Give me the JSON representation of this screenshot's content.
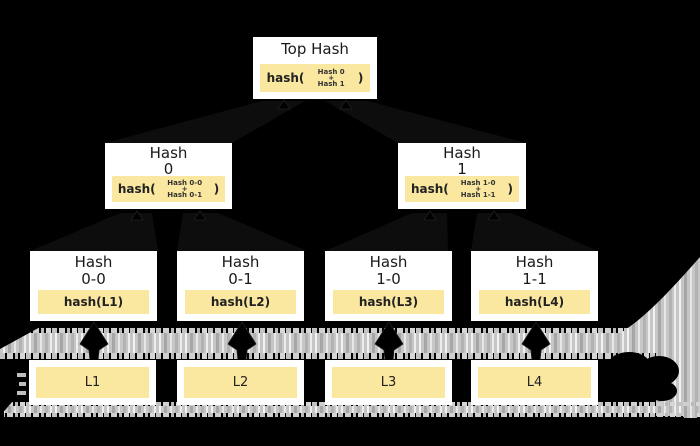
{
  "colors": {
    "background": "#000000",
    "node_background": "#ffffff",
    "highlight_yellow": "#fae7a0",
    "ribbon_gray": "#c6c6c6",
    "text": "#1a1a1a"
  },
  "tree": {
    "root": {
      "title": "Top Hash",
      "formula": {
        "prefix": "hash(",
        "operand_top": "Hash 0",
        "operator": "+",
        "operand_bottom": "Hash 1",
        "suffix": ")"
      }
    },
    "branches": [
      {
        "title_line1": "Hash",
        "title_line2": "0",
        "formula": {
          "prefix": "hash(",
          "operand_top": "Hash 0-0",
          "operator": "+",
          "operand_bottom": "Hash 0-1",
          "suffix": ")"
        }
      },
      {
        "title_line1": "Hash",
        "title_line2": "1",
        "formula": {
          "prefix": "hash(",
          "operand_top": "Hash 1-0",
          "operator": "+",
          "operand_bottom": "Hash 1-1",
          "suffix": ")"
        }
      }
    ],
    "leaves": [
      {
        "title_line1": "Hash",
        "title_line2": "0-0",
        "formula": "hash(L1)"
      },
      {
        "title_line1": "Hash",
        "title_line2": "0-1",
        "formula": "hash(L2)"
      },
      {
        "title_line1": "Hash",
        "title_line2": "1-0",
        "formula": "hash(L3)"
      },
      {
        "title_line1": "Hash",
        "title_line2": "1-1",
        "formula": "hash(L4)"
      }
    ],
    "data_blocks": [
      {
        "label": "L1"
      },
      {
        "label": "L2"
      },
      {
        "label": "L3"
      },
      {
        "label": "L4"
      }
    ]
  }
}
